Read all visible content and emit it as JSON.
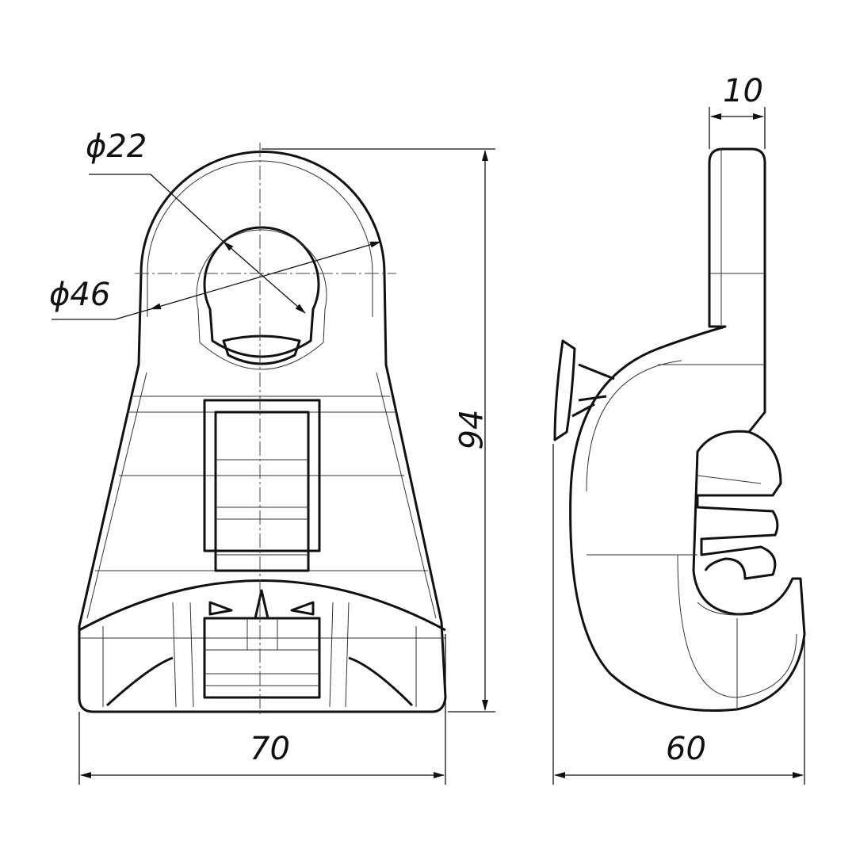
{
  "dimensions": {
    "hole_diameter": "ϕ22",
    "outer_diameter": "ϕ46",
    "height": "94",
    "width_front": "70",
    "width_side": "60",
    "tab_thickness": "10"
  }
}
